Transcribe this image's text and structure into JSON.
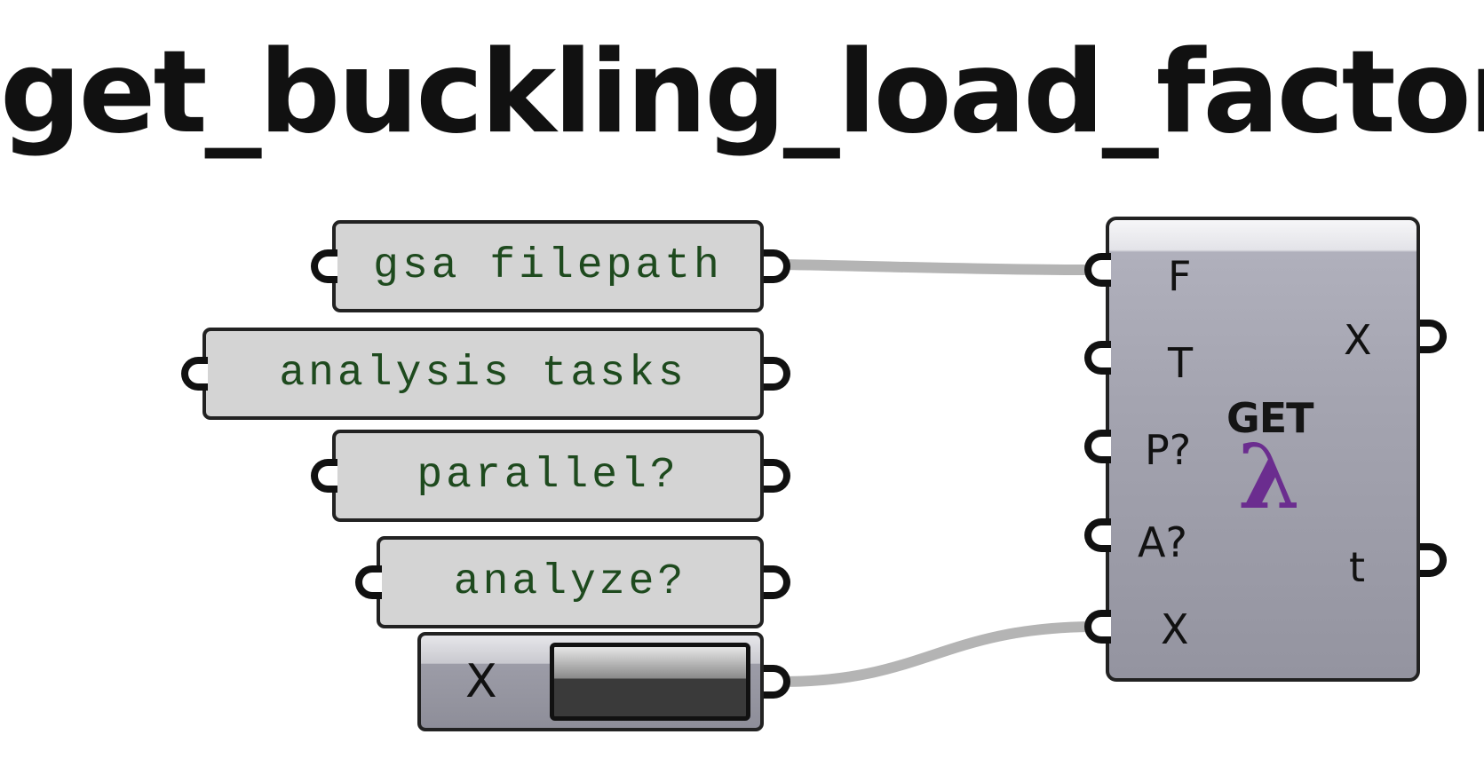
{
  "title": "get_buckling_load_factor",
  "inputs": [
    {
      "label": "gsa filepath"
    },
    {
      "label": "analysis tasks"
    },
    {
      "label": "parallel?"
    },
    {
      "label": "analyze?"
    }
  ],
  "toggle": {
    "label": "X"
  },
  "component": {
    "inputs": [
      "F",
      "T",
      "P?",
      "A?",
      "X"
    ],
    "outputs": [
      "X",
      "t"
    ],
    "icon_text": "GET",
    "icon_symbol": "λ",
    "icon_color": "#6b2d8f"
  },
  "colors": {
    "wire": "#b4b4b4",
    "panel": "#d4d4d4",
    "panel_text": "#1e4a1e"
  }
}
